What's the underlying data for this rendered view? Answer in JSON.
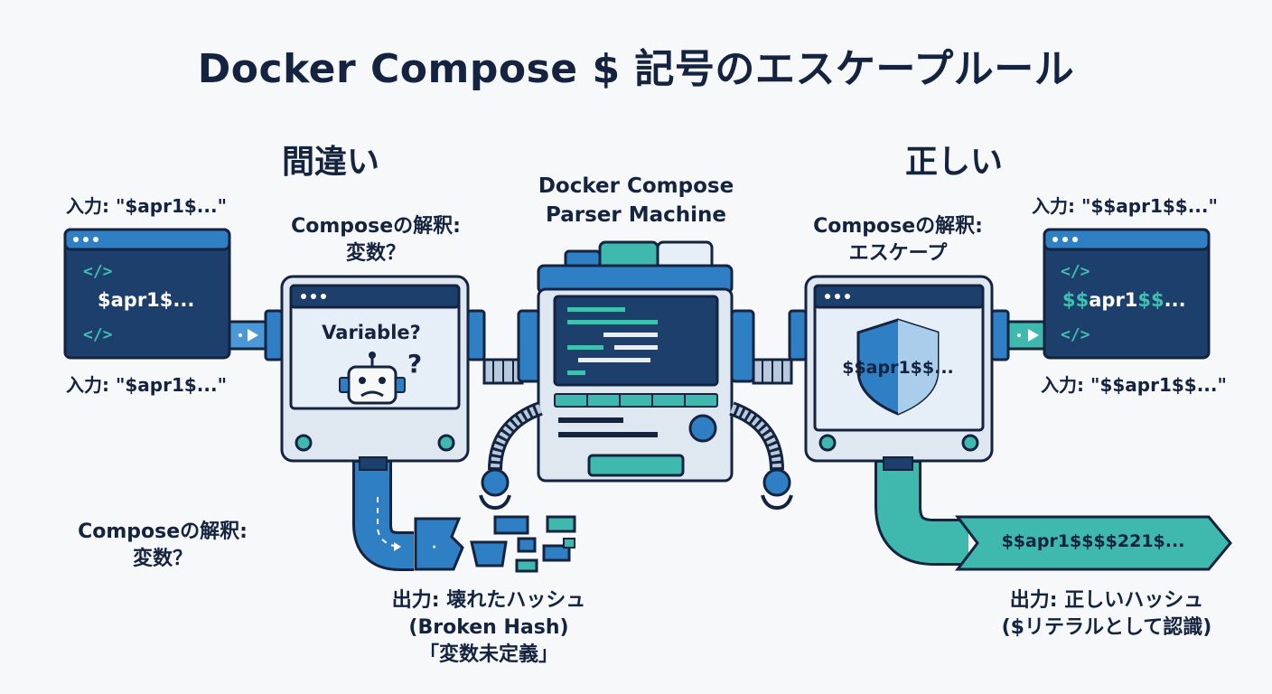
{
  "title": "Docker Compose $ 記号のエスケープルール",
  "wrong": {
    "heading": "間違い",
    "input_label_top": "入力: \"$apr1$...\"",
    "input_label_bottom": "入力: \"$apr1$...\"",
    "input_code": "$apr1$...",
    "interp_label_line1": "Composeの解釈:",
    "interp_label_line2": "変数？",
    "screen_text": "Variable?",
    "screen_mark": "?",
    "interp_label2_line1": "Composeの解釈:",
    "interp_label2_line2": "変数？",
    "output_line1": "出力: 壊れたハッシュ",
    "output_line2": "(Broken Hash)",
    "output_line3": "「変数未定義」"
  },
  "machine": {
    "label_line1": "Docker Compose",
    "label_line2": "Parser Machine"
  },
  "right": {
    "heading": "正しい",
    "input_label_top": "入力: \"$$apr1$$...\"",
    "input_label_bottom": "入力: \"$$apr1$$...\"",
    "input_code_prefix": "$$",
    "input_code_mid": "apr1",
    "input_code_suffix": "$$",
    "input_code_end": "...",
    "interp_label_line1": "Composeの解釈:",
    "interp_label_line2": "エスケープ",
    "screen_text": "$$apr1$$...",
    "output_banner": "$$apr1$$$$221$...",
    "output_line1": "出力: 正しいハッシュ",
    "output_line2": "($リテラルとして認識)"
  },
  "icons": [
    "code-icon",
    "robot-icon",
    "shield-icon",
    "arrow-icon"
  ],
  "colors": {
    "navy": "#14233f",
    "blue": "#2f7fc4",
    "dark_screen": "#1d3f6b",
    "teal": "#3fb8ad",
    "light_screen": "#e6eff8",
    "frame": "#d9e3ee"
  }
}
